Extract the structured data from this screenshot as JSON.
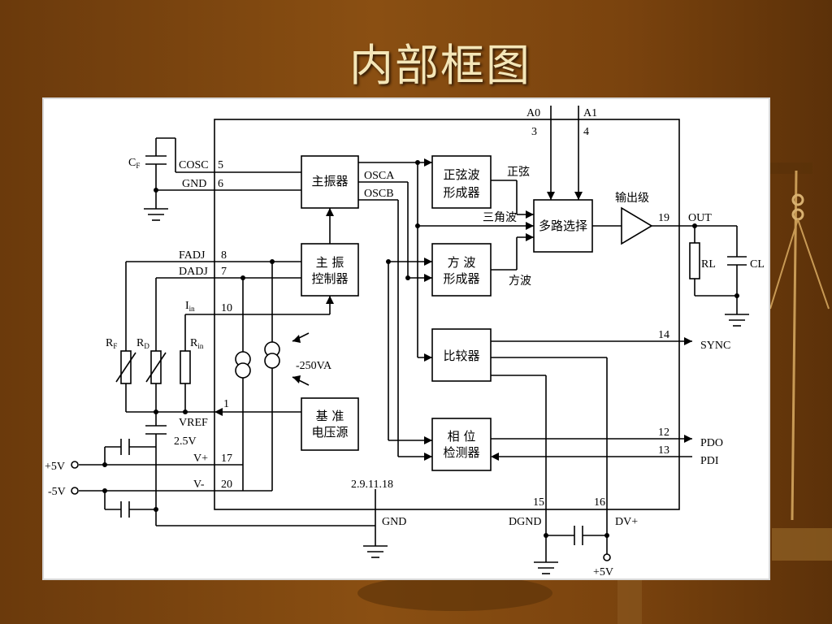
{
  "slide": {
    "title": "内部框图"
  },
  "diagram": {
    "blocks": {
      "main_osc": "主振器",
      "main_ctrl_1": "主  振",
      "main_ctrl_2": "控制器",
      "sine_1": "正弦波",
      "sine_2": "形成器",
      "square_1": "方  波",
      "square_2": "形成器",
      "mux": "多路选择",
      "comparator": "比较器",
      "phase_1": "相  位",
      "phase_2": "检测器",
      "ref_1": "基  准",
      "ref_2": "电压源"
    },
    "labels": {
      "output_stage": "输出级",
      "sine_out": "正弦",
      "tri_out": "三角波",
      "square_out": "方波",
      "current": "-250VA",
      "a0": "A0",
      "a1": "A1",
      "out": "OUT",
      "rl": "RL",
      "cl": "CL",
      "sync": "SYNC",
      "pdo": "PDO",
      "pdi": "PDI",
      "cosc": "COSC",
      "gnd_left": "GND",
      "fadj": "FADJ",
      "dadj": "DADJ",
      "vref": "VREF",
      "v_ref_value": "2.5V",
      "vplus": "V+",
      "vminus": "V-",
      "plus5": "+5V",
      "minus5": "-5V",
      "gnd_bottom": "GND",
      "dgnd": "DGND",
      "dvplus": "DV+",
      "plus5_bottom": "+5V",
      "gnd_pins": "2.9.11.18",
      "osca": "OSCA",
      "oscb": "OSCB",
      "cf": "C",
      "cf_sub": "F",
      "rf": "R",
      "rf_sub": "F",
      "rd": "R",
      "rd_sub": "D",
      "rin": "R",
      "rin_sub": "in",
      "iin": "I",
      "iin_sub": "in"
    },
    "pins": {
      "p5": "5",
      "p6": "6",
      "p8": "8",
      "p7": "7",
      "p10": "10",
      "p1": "1",
      "p17": "17",
      "p20": "20",
      "p3": "3",
      "p4": "4",
      "p19": "19",
      "p14": "14",
      "p12": "12",
      "p13": "13",
      "p15": "15",
      "p16": "16"
    }
  },
  "colors": {
    "background": "#7a430e",
    "title": "#f4e6b8"
  }
}
